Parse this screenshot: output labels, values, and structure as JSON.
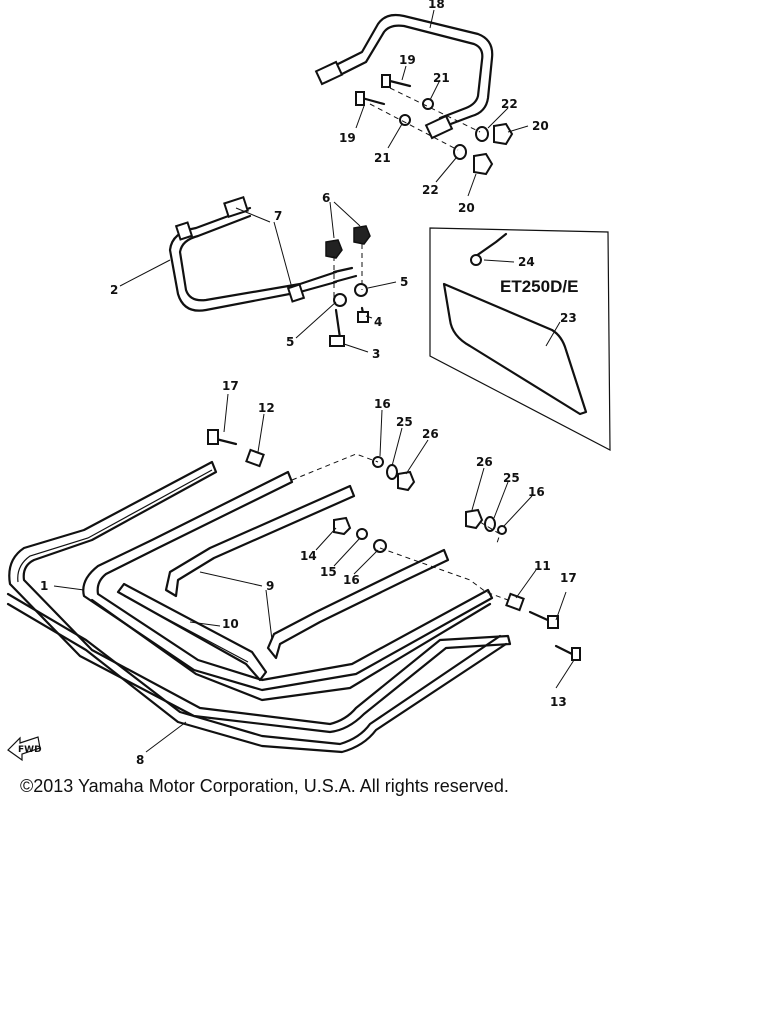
{
  "diagram": {
    "model_label": "ET250D/E",
    "forward_label": "FWD",
    "callouts": {
      "c1": "1",
      "c2": "2",
      "c3": "3",
      "c4": "4",
      "c5a": "5",
      "c5b": "5",
      "c6": "6",
      "c7": "7",
      "c8": "8",
      "c9": "9",
      "c10": "10",
      "c11": "11",
      "c12": "12",
      "c13": "13",
      "c14": "14",
      "c15": "15",
      "c16a": "16",
      "c16b": "16",
      "c16c": "16",
      "c17a": "17",
      "c17b": "17",
      "c18": "18",
      "c19a": "19",
      "c19b": "19",
      "c20a": "20",
      "c20b": "20",
      "c21a": "21",
      "c21b": "21",
      "c22a": "22",
      "c22b": "22",
      "c23": "23",
      "c24": "24",
      "c25a": "25",
      "c25b": "25",
      "c26a": "26",
      "c26b": "26"
    }
  },
  "footer": {
    "copyright": "©2013 Yamaha Motor Corporation, U.S.A. All rights reserved."
  }
}
